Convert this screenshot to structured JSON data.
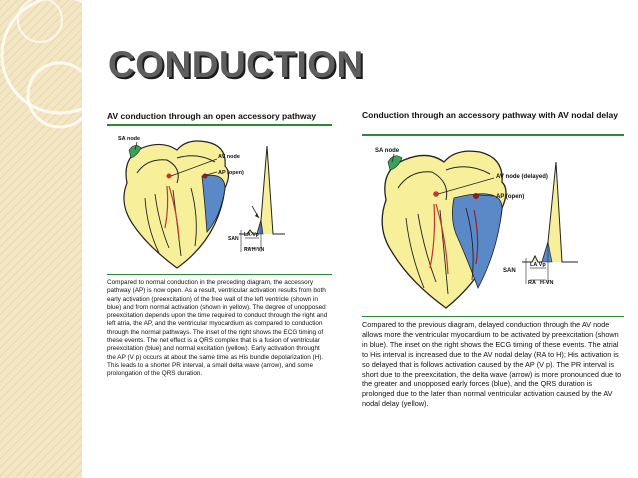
{
  "slide": {
    "title": "CONDUCTION"
  },
  "left_panel": {
    "title": "AV conduction through an open accessory pathway",
    "labels": {
      "sa_node": "SA node",
      "av_node": "AV node",
      "ap": "AP (open)",
      "san": "SAN",
      "la_vp": "LA-Vp",
      "ra": "RA",
      "h_vn": "H-VN"
    },
    "caption": "Compared to normal conduction in the preceding diagram, the accessory pathway (AP) is now open. As a result, ventricular activation results from both early activation (preexcitation) of the free wall of the left ventricle (shown in blue) and from normal activation (shown in yellow). The degree of unopposed preexcitation depends upon the time required to conduct through the right and left atria, the AP, and the ventricular myocardium as compared to conduction through the normal pathways. The inset of the right shows the ECG timing of these events. The net effect is a QRS complex that is a fusion of ventricular preexcitation (blue) and normal excitation (yellow). Early activation throught the AP (V p) occurs at about the same time as His bundle depolarization (H). This leads to a shorter PR interval, a small delta wave (arrow), and some prolongation of the QRS duration."
  },
  "right_panel": {
    "title": "Conduction through an accessory pathway with AV nodal delay",
    "labels": {
      "sa_node": "SA node",
      "av_node": "AV node (delayed)",
      "ap": "AP (open)",
      "san": "SAN",
      "la_vp": "LA Vp",
      "ra": "RA",
      "h_vn": "H-VN"
    },
    "caption": "Compared to the previous diagram, delayed conduction through the AV node allows more the ventricular myocardium to be activated by preexcitation (shown in blue). The inset on the right shows the ECG timing of these events. The atrial to His interval is increased due to the AV nodal delay (RA to H); His activation is so delayed that is follows activation caused by the AP (V p). The PR interval is short due to the preexcitation, the delta wave (arrow) is more pronounced due to the greater and unopposed early forces (blue), and the QRS duration is prolonged due to the later than normal ventricular activation caused by the AV nodal delay (yellow)."
  },
  "colors": {
    "sidebar": "#f3e6c4",
    "title": "#5e5e5e",
    "title_shadow": "#1c1c1c",
    "rule": "#2a8a3a",
    "yellow": "#f7ef9a",
    "blue": "#5b88c7",
    "green": "#3aa05a",
    "red": "#c0392b"
  }
}
